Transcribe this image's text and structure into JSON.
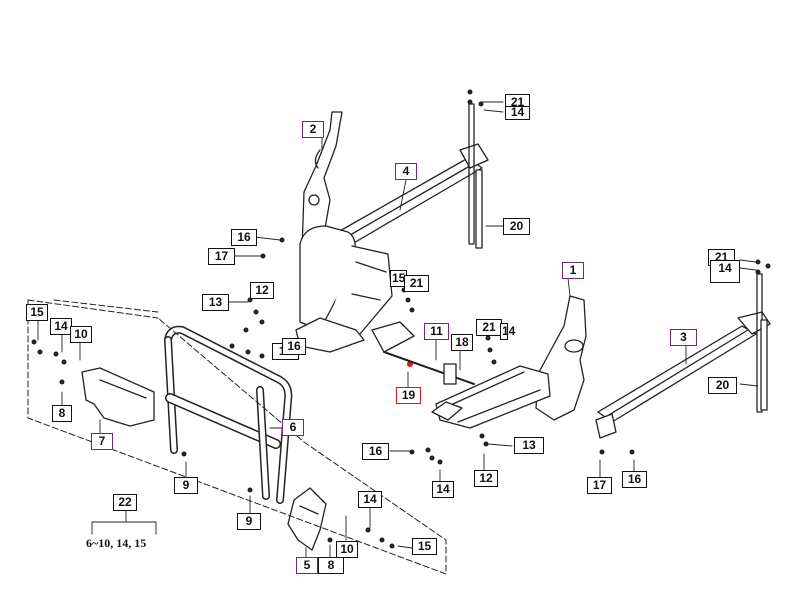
{
  "diagram": {
    "labels": {
      "p1": "1",
      "p2": "2",
      "p3": "3",
      "p4": "4",
      "p5": "5",
      "p6": "6",
      "p7": "7",
      "p8a": "8",
      "p8b": "8",
      "p9a": "9",
      "p9b": "9",
      "p10a": "10",
      "p10b": "10",
      "p11": "11",
      "p12a": "12",
      "p12b": "12",
      "p13a": "13",
      "p13b": "13",
      "p14a": "14",
      "p14b": "14",
      "p14c": "14",
      "p14d": "14",
      "p14e": "14",
      "p15a": "15",
      "p15b": "15",
      "p16a": "16",
      "p16b": "16",
      "p16c": "16",
      "p16d": "16",
      "p17a": "17",
      "p17b": "17",
      "p18": "18",
      "p19": "19",
      "p20a": "20",
      "p20b": "20",
      "p21a": "21",
      "p21b": "21",
      "p21c": "21",
      "p21d": "21",
      "p22": "22"
    },
    "kit_note": "6~10, 14, 15"
  }
}
